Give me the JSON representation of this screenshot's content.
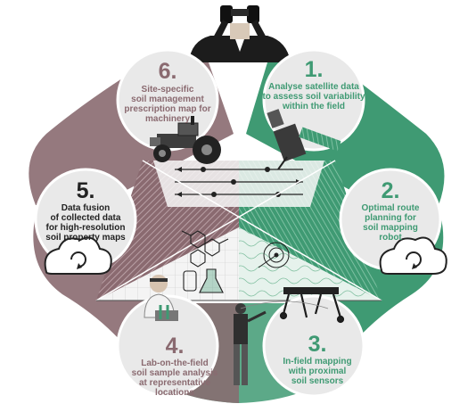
{
  "colors": {
    "green": "#3f9a73",
    "green_light": "#a9d3bd",
    "mauve": "#8a6a70",
    "mauve_light": "#c9b3b6",
    "circle_fill": "#e9e9e9",
    "text_dark": "#222222",
    "text_grey": "#555555"
  },
  "steps": [
    {
      "number": "1.",
      "lines": [
        "Analyse satellite data",
        "to assess soil variability",
        "within the field"
      ],
      "icon": "satellite-icon"
    },
    {
      "number": "2.",
      "lines": [
        "Optimal route",
        "planning for",
        "soil mapping",
        "robot"
      ],
      "icon": "cloud-sync-icon"
    },
    {
      "number": "3.",
      "lines": [
        "In-field mapping",
        "with proximal",
        "soil sensors"
      ],
      "icon": "soil-sensor-robot-icon"
    },
    {
      "number": "4.",
      "lines": [
        "Lab-on-the-field",
        "soil sample analysis",
        "at representative",
        "locations"
      ],
      "icon": "lab-scientist-icon"
    },
    {
      "number": "5.",
      "lines": [
        "Data fusion",
        "of collected data",
        "for high-resolution",
        "soil property maps"
      ],
      "icon": "cloud-sync-icon"
    },
    {
      "number": "6.",
      "lines": [
        "Site-specific",
        "soil management",
        "prescription map for",
        "machinery"
      ],
      "icon": "tractor-icon"
    }
  ],
  "icons": {
    "top": "observer-binoculars-icon",
    "center": "field-map-pyramid-icon",
    "chemistry": "molecule-flask-icon",
    "person": "field-worker-icon"
  }
}
